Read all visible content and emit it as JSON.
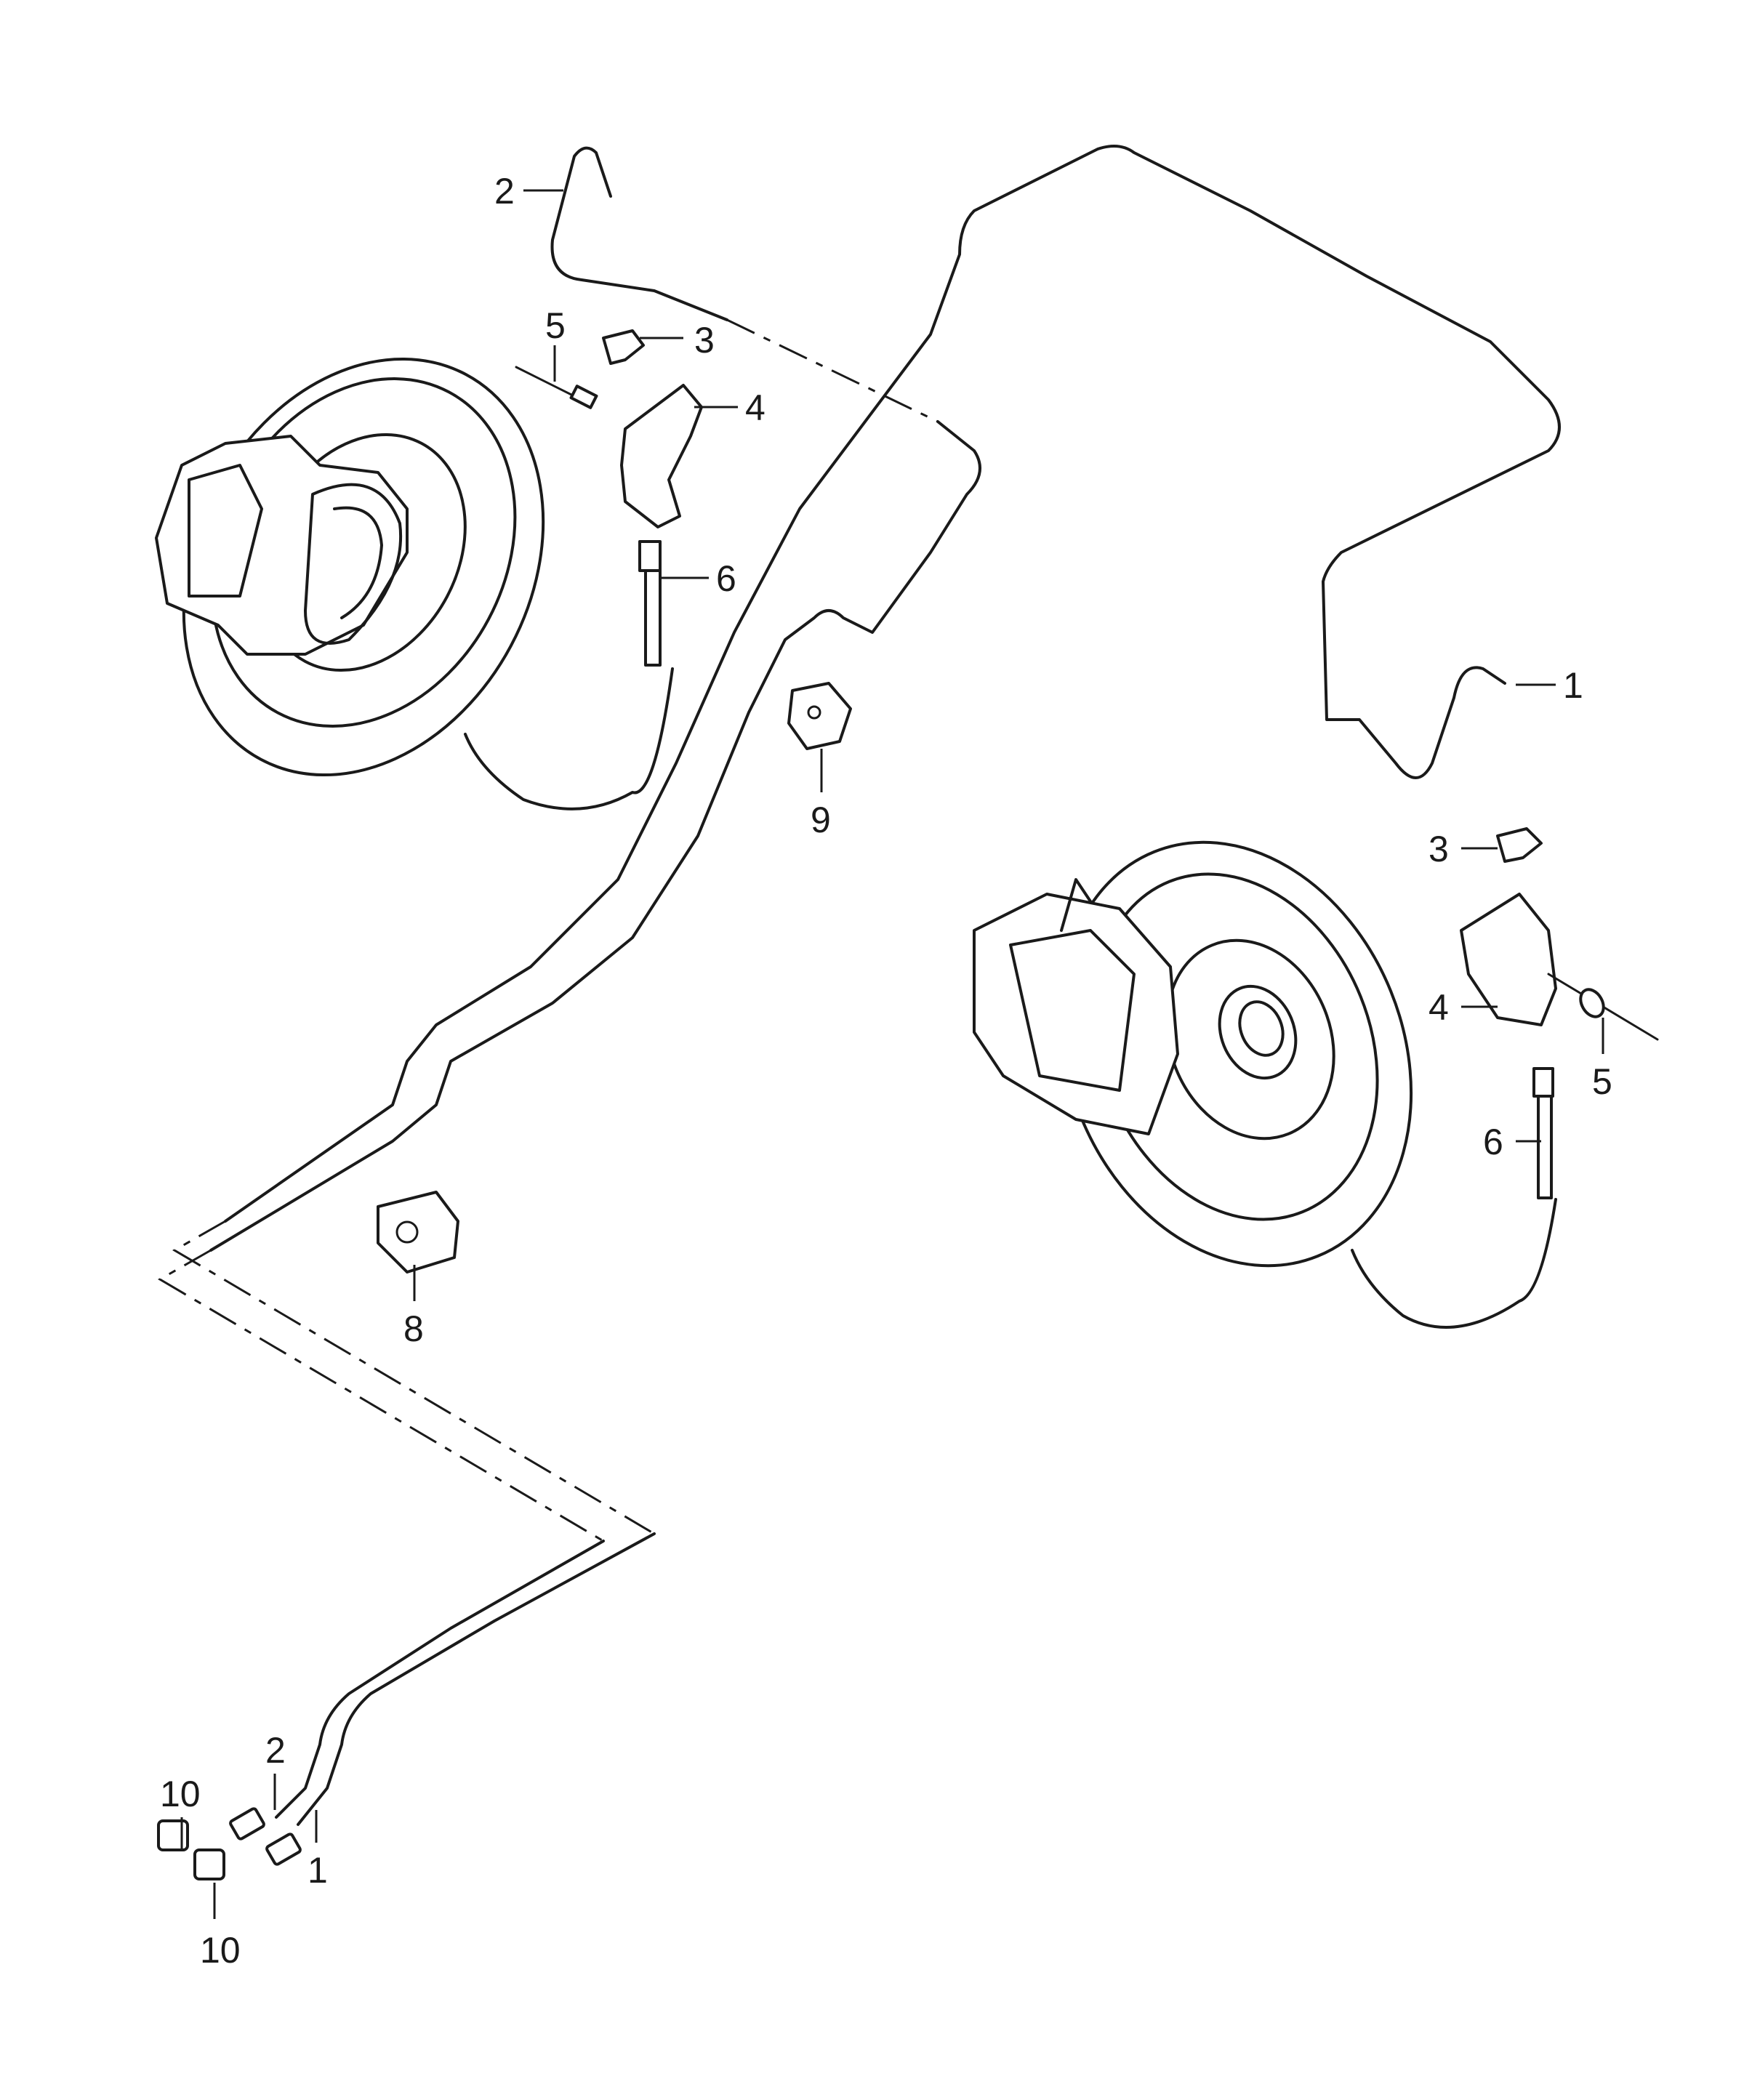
{
  "callouts": {
    "left_line_2": "2",
    "left_clip_3": "3",
    "left_pin_5": "5",
    "left_bracket_4": "4",
    "left_hose_6": "6",
    "bracket_9": "9",
    "holder_8": "8",
    "right_line_1": "1",
    "right_clip_3": "3",
    "right_bracket_4": "4",
    "right_pin_5": "5",
    "right_hose_6": "6",
    "front_line_2": "2",
    "front_line_1": "1",
    "union_10_top": "10",
    "union_10_bottom": "10"
  }
}
